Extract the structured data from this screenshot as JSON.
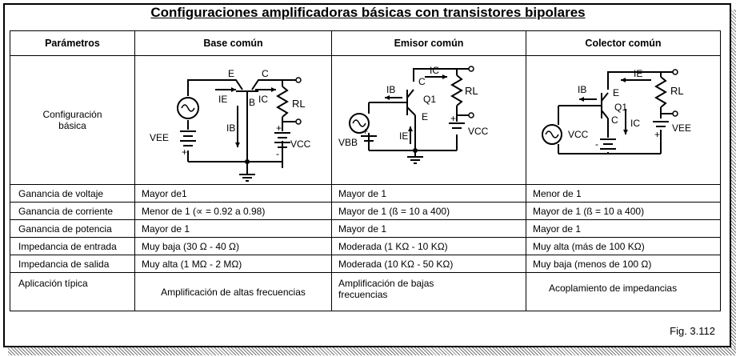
{
  "title": "Configuraciones amplificadoras básicas con transistores bipolares",
  "headers": [
    "Parámetros",
    "Base común",
    "Emisor común",
    "Colector común"
  ],
  "config_row": {
    "label_line1": "Configuración",
    "label_line2": "básica"
  },
  "diagram_labels": {
    "base_comun": {
      "E": "E",
      "C": "C",
      "B": "B",
      "IE": "IE",
      "IC": "IC",
      "IB": "IB",
      "RL": "RL",
      "VEE": "VEE",
      "VCC": "VCC"
    },
    "emisor_comun": {
      "IB": "IB",
      "IC": "IC",
      "C": "C",
      "Q1": "Q1",
      "E": "E",
      "RL": "RL",
      "VCC": "VCC",
      "VBB": "VBB",
      "IE": "IE"
    },
    "colector_comun": {
      "IE": "IE",
      "IB": "IB",
      "E": "E",
      "Q1": "Q1",
      "C": "C",
      "RL": "RL",
      "VEE": "VEE",
      "VCC": "VCC",
      "IC": "IC"
    }
  },
  "rows": [
    {
      "param": "Ganancia de voltaje",
      "base": "Mayor de1",
      "emisor": "Mayor de 1",
      "colector": "Menor de 1"
    },
    {
      "param": "Ganancia de corriente",
      "base": "Menor de 1 (∝ = 0.92 a 0.98)",
      "emisor": "Mayor de 1 (ß = 10 a 400)",
      "colector": "Mayor de 1 (ß = 10 a 400)"
    },
    {
      "param": "Ganancia de potencia",
      "base": "Mayor de 1",
      "emisor": "Mayor de 1",
      "colector": "Mayor de 1"
    },
    {
      "param": "Impedancia de entrada",
      "base": "Muy baja (30 Ω - 40 Ω)",
      "emisor": "Moderada  (1 KΩ - 10 KΩ)",
      "colector": "Muy  alta (más de 100 KΩ)"
    },
    {
      "param": "Impedancia de salida",
      "base": "Muy alta (1 MΩ - 2 MΩ)",
      "emisor": "Moderada (10 KΩ - 50 KΩ)",
      "colector": "Muy baja (menos de 100 Ω)"
    },
    {
      "param": "Aplicación típica",
      "base": "Amplificación de altas frecuencias",
      "emisor": "Amplificación de bajas frecuencias",
      "colector": "Acoplamiento de impedancias"
    }
  ],
  "figure_label": "Fig. 3.112"
}
